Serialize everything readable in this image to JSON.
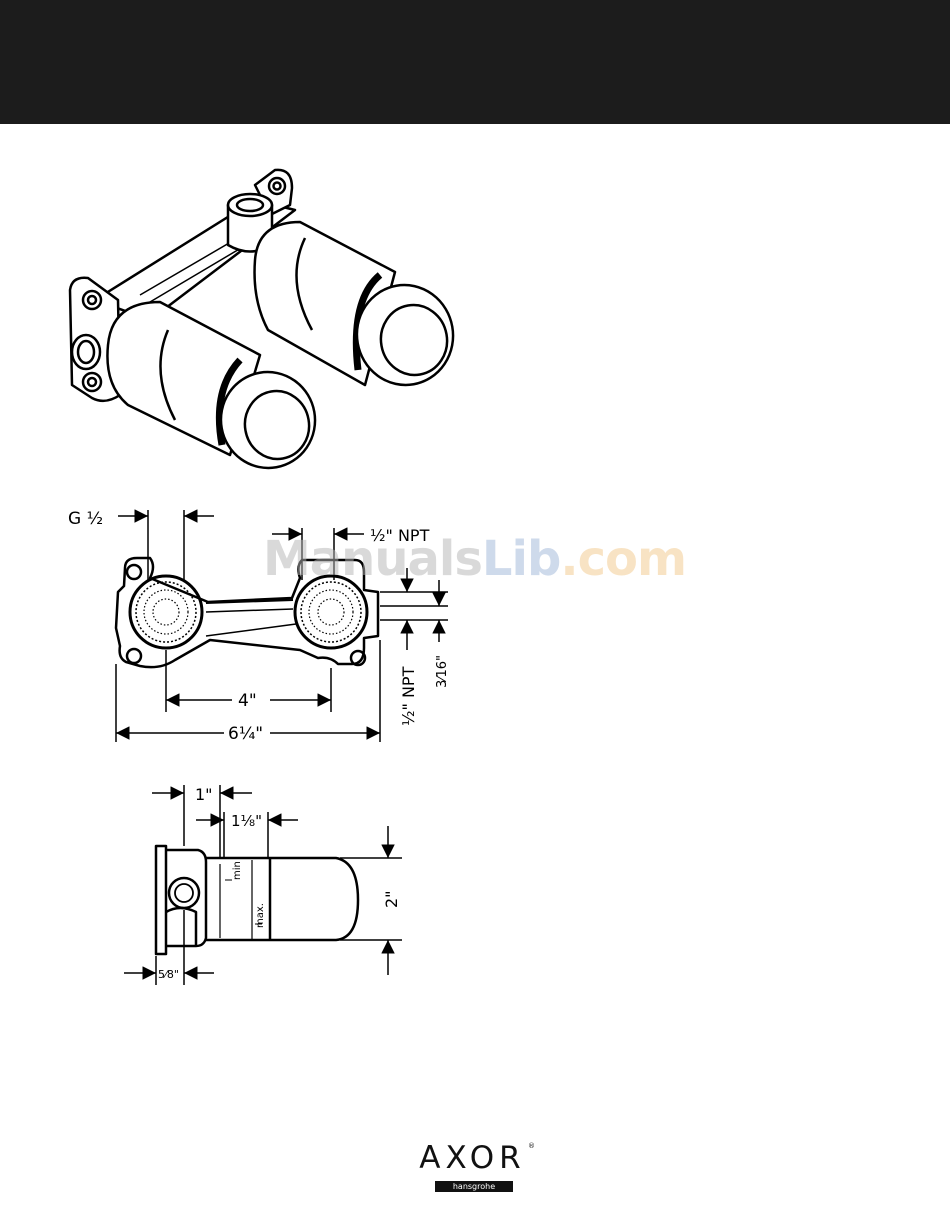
{
  "diagram": {
    "front_view": {
      "label_g": "G ½",
      "label_npt_top": "½\" NPT",
      "label_npt_side": "½\" NPT",
      "label_3_16": "3⁄16\"",
      "label_4": "4\"",
      "label_6_1_4": "6¼\""
    },
    "side_view": {
      "label_1": "1\"",
      "label_1_1_8": "1⅛\"",
      "label_2": "2\"",
      "label_5_8": "5⁄8\"",
      "label_min": "min",
      "label_max": "max."
    }
  },
  "watermark": {
    "part1": "Manuals",
    "part2": "Lib",
    "part3": ".com"
  },
  "brand": {
    "name": "AXOR",
    "registered": "®",
    "sub": "hansgrohe"
  }
}
